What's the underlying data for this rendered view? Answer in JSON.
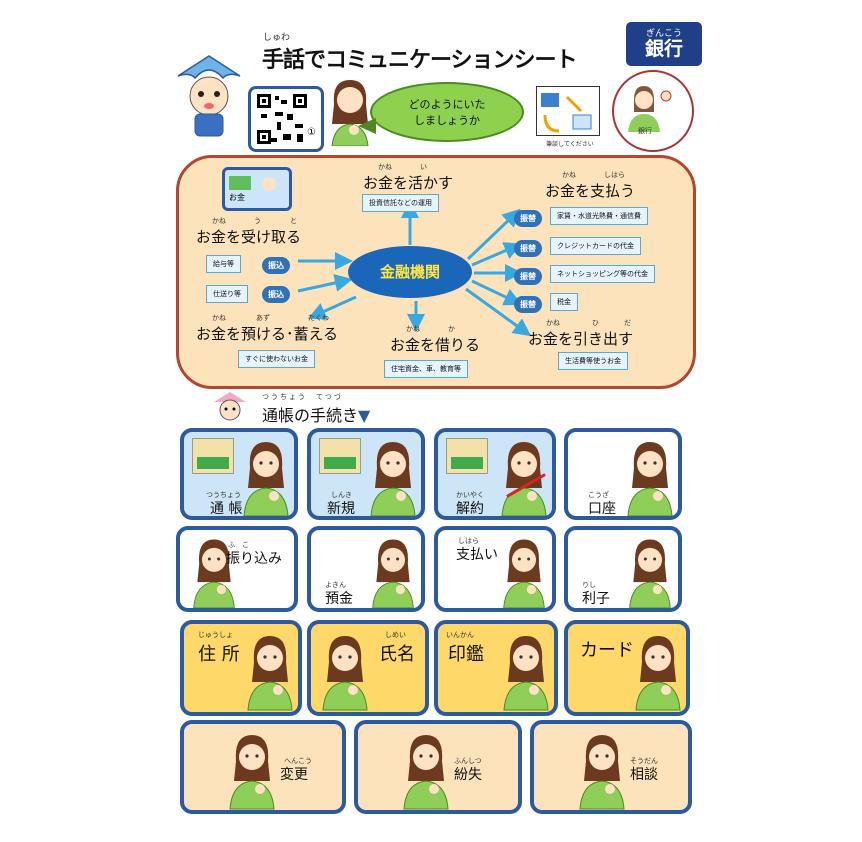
{
  "header": {
    "title": "手話でコミュニケーションシート",
    "title_ruby": "しゅわ",
    "tag_ruby": "ぎんこう",
    "tag": "銀行",
    "qr_number": "①",
    "bubble_line1": "どのようにいた",
    "bubble_line2": "しましょうか",
    "note_caption": "筆談してください",
    "circle_label": "銀行"
  },
  "panel": {
    "tsuucho_label": "お金",
    "center": "金融機関",
    "ikasu": {
      "ruby1": "かね",
      "ruby2": "い",
      "label": "お金を活かす",
      "box": "投資信託などの運用"
    },
    "shiharau": {
      "ruby1": "かね",
      "ruby2": "しはら",
      "label": "お金を支払う",
      "items": [
        {
          "pill": "振替",
          "text": "家賃・水道光熱費・通信費"
        },
        {
          "pill": "振替",
          "text": "クレジットカードの代金"
        },
        {
          "pill": "振替",
          "text": "ネットショッピング等の代金"
        },
        {
          "pill": "振替",
          "text": "税金"
        }
      ]
    },
    "uketoru": {
      "ruby1": "かね",
      "ruby2": "う",
      "ruby3": "と",
      "label": "お金を受け取る",
      "items": [
        {
          "text": "給与等",
          "pill": "振込"
        },
        {
          "text": "仕送り等",
          "pill": "振込"
        }
      ]
    },
    "azukeru": {
      "ruby1": "かね",
      "ruby2": "あず",
      "ruby3": "たくわ",
      "label": "お金を預ける･蓄える",
      "box": "すぐに使わないお金"
    },
    "kariru": {
      "ruby1": "かね",
      "ruby2": "か",
      "label": "お金を借りる",
      "box": "住宅資金、車、教育等"
    },
    "hikidasu": {
      "ruby1": "かね",
      "ruby2": "ひ",
      "ruby3": "だ",
      "label": "お金を引き出す",
      "box": "生活費等使うお金"
    }
  },
  "section": {
    "ruby": "つうちょう　てつづ",
    "title": "通帳の手続き",
    "arrow": "▼"
  },
  "cards": [
    {
      "ruby": "つうちょう",
      "label": "通 帳"
    },
    {
      "ruby": "しんき",
      "label": "新規"
    },
    {
      "ruby": "かいやく",
      "label": "解約"
    },
    {
      "ruby": "こうざ",
      "label": "口座"
    },
    {
      "ruby": "ふ　こ",
      "label": "振り込み"
    },
    {
      "ruby": "よきん",
      "label": "預金"
    },
    {
      "ruby": "しはら",
      "label": "支払い"
    },
    {
      "ruby": "りし",
      "label": "利子"
    },
    {
      "ruby": "じゅうしょ",
      "label": "住 所"
    },
    {
      "ruby": "しめい",
      "label": "氏名"
    },
    {
      "ruby": "いんかん",
      "label": "印鑑"
    },
    {
      "ruby": "",
      "label": "カード"
    },
    {
      "ruby": "へんこう",
      "label": "変更"
    },
    {
      "ruby": "ふんしつ",
      "label": "紛失"
    },
    {
      "ruby": "そうだん",
      "label": "相談"
    }
  ],
  "colors": {
    "navy": "#1f3f88",
    "card_border": "#2c5aa0",
    "panel_bg": "#fde3bb",
    "panel_border": "#b3462d",
    "accent_blue": "#1a66b8",
    "bubble": "#8ed14f"
  }
}
